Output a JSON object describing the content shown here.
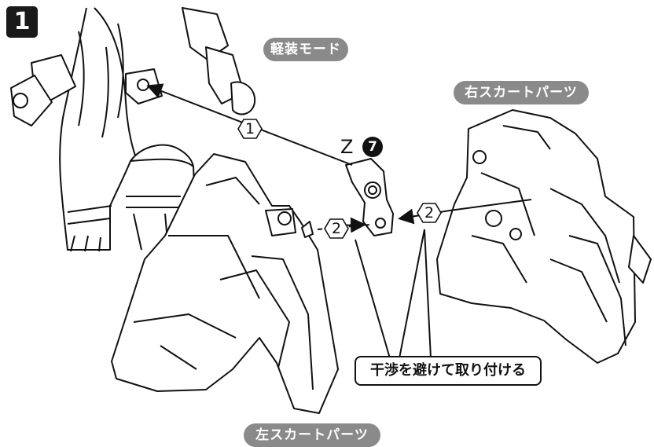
{
  "step": {
    "number": "1"
  },
  "labels": {
    "light_mode": "軽装モード",
    "right_skirt": "右スカートパーツ",
    "left_skirt": "左スカートパーツ",
    "part_code": "Z",
    "part_number": "7",
    "note": "干渉を避けて取り付ける"
  },
  "callouts": {
    "one": "1",
    "two_a": "2",
    "two_b": "2"
  },
  "colors": {
    "line": "#111111",
    "pill": "#8a8a8a",
    "badge": "#1a1a1a"
  }
}
